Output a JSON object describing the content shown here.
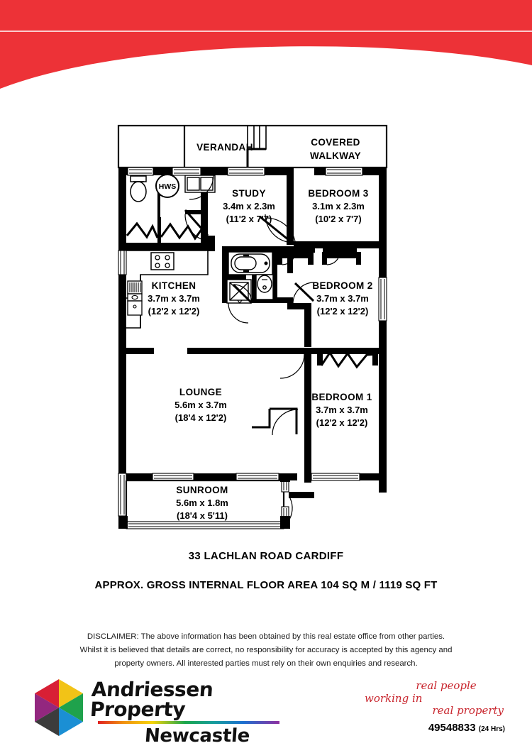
{
  "brand": {
    "name_line1": "Andriessen Property",
    "name_line2": "Newcastle",
    "tagline_line1": "real people",
    "tagline_line2": "working in",
    "tagline_line3": "real property",
    "phone": "49548833",
    "phone_hours": "(24 Hrs)",
    "accent_red": "#ED3237",
    "tagline_color": "#C8242C"
  },
  "header": {
    "banner_color": "#ED3237"
  },
  "title": {
    "address": "33 LACHLAN ROAD CARDIFF",
    "area": "APPROX. GROSS INTERNAL FLOOR AREA 104 SQ M / 1119 SQ FT"
  },
  "disclaimer": {
    "line1": "DISCLAIMER: The above information has been obtained by this real estate office from other parties.",
    "line2": "Whilst it is believed that details are correct, no responsibility for accuracy is accepted by this agency and",
    "line3": "property owners. All interested parties must rely on their own enquiries and research."
  },
  "floorplan": {
    "hws_label": "HWS",
    "rooms": [
      {
        "name": "VERANDAH",
        "metric": "",
        "imperial": ""
      },
      {
        "name": "COVERED",
        "metric": "WALKWAY",
        "imperial": ""
      },
      {
        "name": "STUDY",
        "metric": "3.4m x 2.3m",
        "imperial": "(11'2 x 7'7)"
      },
      {
        "name": "BEDROOM 3",
        "metric": "3.1m x 2.3m",
        "imperial": "(10'2 x 7'7)"
      },
      {
        "name": "KITCHEN",
        "metric": "3.7m x 3.7m",
        "imperial": "(12'2 x 12'2)"
      },
      {
        "name": "BEDROOM 2",
        "metric": "3.7m x 3.7m",
        "imperial": "(12'2 x 12'2)"
      },
      {
        "name": "LOUNGE",
        "metric": "5.6m x 3.7m",
        "imperial": "(18'4 x 12'2)"
      },
      {
        "name": "BEDROOM 1",
        "metric": "3.7m x 3.7m",
        "imperial": "(12'2 x 12'2)"
      },
      {
        "name": "SUNROOM",
        "metric": "5.6m x 1.8m",
        "imperial": "(18'4 x 5'11)"
      }
    ]
  },
  "logo_colors": {
    "top_right": "#F2C317",
    "right": "#1FA24C",
    "bottom_right": "#1B8FD4",
    "bottom_left": "#3C3C3C",
    "left": "#93277F",
    "top_left": "#D81F35"
  }
}
